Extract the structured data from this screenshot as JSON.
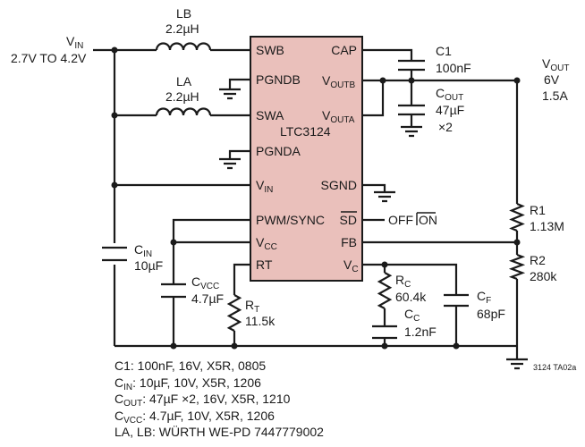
{
  "vin": {
    "label": "V",
    "sub": "IN",
    "range": "2.7V TO 4.2V"
  },
  "inductors": {
    "lb": {
      "name": "LB",
      "value": "2.2µH"
    },
    "la": {
      "name": "LA",
      "value": "2.2µH"
    }
  },
  "ic": {
    "name": "LTC3124",
    "pins_left": [
      "SWB",
      "PGNDB",
      "SWA",
      "PGNDA",
      "V",
      "PWM/SYNC",
      "V",
      "RT"
    ],
    "pin_vin_sub": "IN",
    "pin_vcc_sub": "CC",
    "pins_right": [
      "CAP",
      "V",
      "V",
      "SGND",
      "SD",
      "FB",
      "V"
    ],
    "pin_voutb_sub": "OUTB",
    "pin_vouta_sub": "OUTA",
    "pin_vc_sub": "C"
  },
  "c1": {
    "name": "C1",
    "value": "100nF"
  },
  "cout": {
    "name": "C",
    "sub": "OUT",
    "value1": "47µF",
    "value2": "×2"
  },
  "vout": {
    "label": "V",
    "sub": "OUT",
    "voltage": "6V",
    "current": "1.5A"
  },
  "shutdown": {
    "off": "OFF",
    "on": "ON"
  },
  "r1": {
    "name": "R1",
    "value": "1.13M"
  },
  "r2": {
    "name": "R2",
    "value": "280k"
  },
  "cin": {
    "name": "C",
    "sub": "IN",
    "value": "10µF"
  },
  "cvcc": {
    "name": "C",
    "sub": "VCC",
    "value": "4.7µF"
  },
  "rt": {
    "name": "R",
    "sub": "T",
    "value": "11.5k"
  },
  "rc": {
    "name": "R",
    "sub": "C",
    "value": "60.4k"
  },
  "cc": {
    "name": "C",
    "sub": "C",
    "value": "1.2nF"
  },
  "cf": {
    "name": "C",
    "sub": "F",
    "value": "68pF"
  },
  "figure_id": "3124 TA02a",
  "notes": {
    "c1": "C1: 100nF, 16V, X5R, 0805",
    "cin_pre": "C",
    "cin_sub": "IN",
    "cin_rest": ": 10µF, 10V, X5R, 1206",
    "cout_pre": "C",
    "cout_sub": "OUT",
    "cout_rest": ": 47µF ×2, 16V, X5R, 1210",
    "cvcc_pre": "C",
    "cvcc_sub": "VCC",
    "cvcc_rest": ": 4.7µF, 10V, X5R, 1206",
    "inductors": "LA, LB: WÜRTH WE-PD 7447779002"
  }
}
